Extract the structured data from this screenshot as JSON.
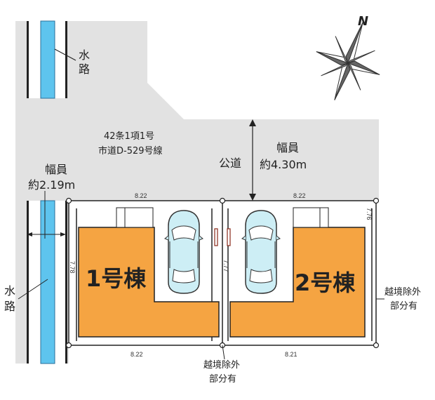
{
  "road": {
    "designation_line1": "42条1項1号",
    "designation_line2": "市道D-529号線",
    "type": "公道",
    "width_label": "幅員",
    "width_value": "約4.30m"
  },
  "waterway": {
    "label_line1": "水",
    "label_line2": "路",
    "width_label": "幅員",
    "width_value": "約2.19m"
  },
  "lots": [
    {
      "name": "1号棟",
      "top_dim": "8.22",
      "bottom_dim": "8.22",
      "left_dim": "7.78",
      "right_dim": "7.77"
    },
    {
      "name": "2号棟",
      "top_dim": "8.22",
      "bottom_dim": "8.21",
      "right_dim": "7.76"
    }
  ],
  "notes": {
    "encroachment_right_line1": "越境除外",
    "encroachment_right_line2": "部分有",
    "encroachment_bottom_line1": "越境除外",
    "encroachment_bottom_line2": "部分有"
  },
  "compass": {
    "north_label": "N"
  },
  "colors": {
    "building": "#f5a442",
    "road": "#e2e2e2",
    "water": "#5ec4ee",
    "car": "#cdeef5"
  },
  "icons": {
    "compass": "compass-rose-icon",
    "car": "car-top-view-icon"
  }
}
